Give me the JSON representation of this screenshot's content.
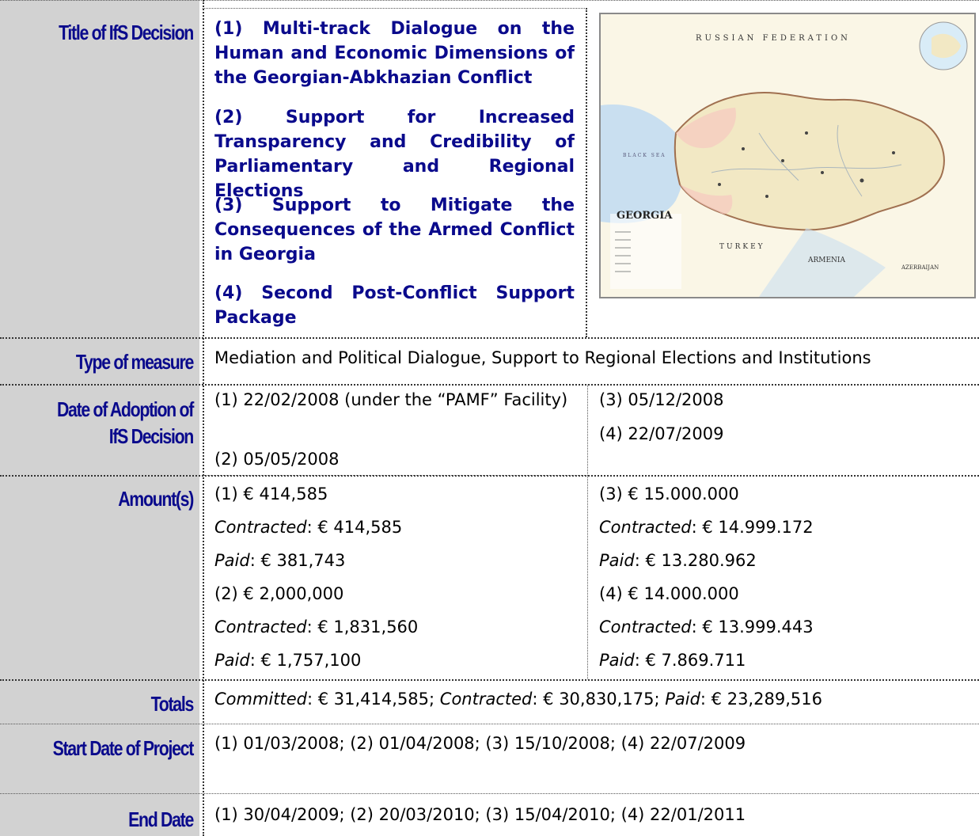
{
  "labels": {
    "title": "Title of IfS Decision",
    "type": "Type of measure",
    "date": "Date of Adoption of IfS Decision",
    "amounts": "Amount(s)",
    "totals": "Totals",
    "start": "Start Date of Project",
    "end": "End Date"
  },
  "titles": [
    "(1) Multi-track Dialogue on the Human and Economic Dimensions of the Georgian-Abkhazian Conflict",
    "(2) Support for Increased Transparency and Credibility of Parliamentary and Regional Elections",
    "(3) Support to Mitigate the Consequences of the Armed Conflict in Georgia",
    "(4) Second Post-Conflict Support Package"
  ],
  "type_of_measure": "Mediation and Political Dialogue, Support to Regional Elections and Institutions",
  "dates": {
    "d1": "(1) 22/02/2008 (under the “PAMF” Facility)",
    "d2": "(2) 05/05/2008",
    "d3": "(3) 05/12/2008",
    "d4": "(4) 22/07/2009"
  },
  "amounts": {
    "a1": "(1) € 414,585",
    "a1_contracted": "€ 414,585",
    "a1_paid": "€ 381,743",
    "a2": "(2) € 2,000,000",
    "a2_contracted": "€ 1,831,560",
    "a2_paid": "€ 1,757,100",
    "a3": "(3) € 15.000.000",
    "a3_contracted": "€ 14.999.172",
    "a3_paid": "€ 13.280.962",
    "a4": "(4) € 14.000.000",
    "a4_contracted": "€ 13.999.443",
    "a4_paid": "€ 7.869.711",
    "contracted_label": "Contracted",
    "paid_label": "Paid",
    "committed_label": "Committed"
  },
  "totals": {
    "committed": "€ 31,414,585",
    "contracted": "€ 30,830,175",
    "paid": "€ 23,289,516"
  },
  "start_dates": "(1) 01/03/2008; (2) 01/04/2008; (3) 15/10/2008; (4) 22/07/2009",
  "end_dates": "(1) 30/04/2009; (2) 20/03/2010; (3) 15/04/2010; (4) 22/01/2011",
  "map": {
    "country": "GEORGIA",
    "russia": "RUSSIAN FEDERATION",
    "turkey": "TURKEY",
    "armenia": "ARMENIA",
    "azerbaijan": "AZERBAIJAN",
    "sea": "BLACK SEA",
    "water_color": "#c9dff0",
    "land_color": "#f2e8c4",
    "neighbour_color": "#faf6e6"
  }
}
